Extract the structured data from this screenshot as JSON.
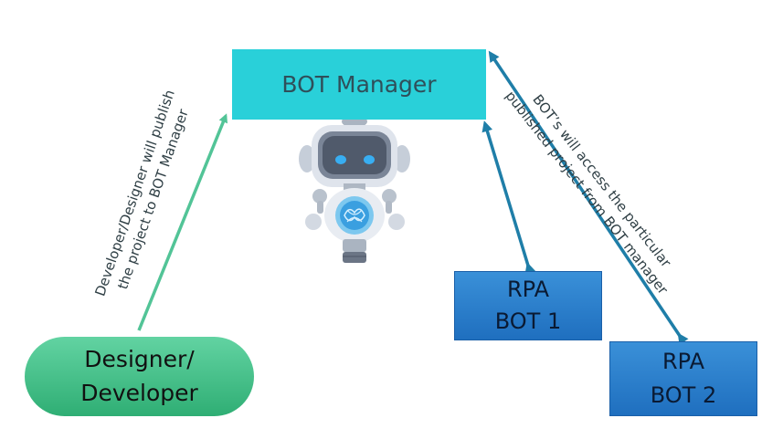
{
  "diagram": {
    "bot_manager": {
      "label": "BOT Manager"
    },
    "rpa_bot_1": {
      "line1": "RPA",
      "line2": "BOT 1"
    },
    "rpa_bot_2": {
      "line1": "RPA",
      "line2": "BOT 2"
    },
    "designer_developer": {
      "line1": "Designer/",
      "line2": "Developer"
    },
    "publish_edge": {
      "line1": "Developer/Designer  will publish",
      "line2": "the project to BOT Manager"
    },
    "access_edge": {
      "line1": "BOT’s will access the particular",
      "line2": "published project from BOT manager"
    }
  },
  "colors": {
    "bot_manager_fill": "#29d0d9",
    "rpa_fill": "#2a7fcf",
    "designer_fill": "#46c38a",
    "publish_arrow": "#52c497",
    "access_arrow": "#1f7ea8"
  },
  "icons": [
    "robot-icon"
  ]
}
